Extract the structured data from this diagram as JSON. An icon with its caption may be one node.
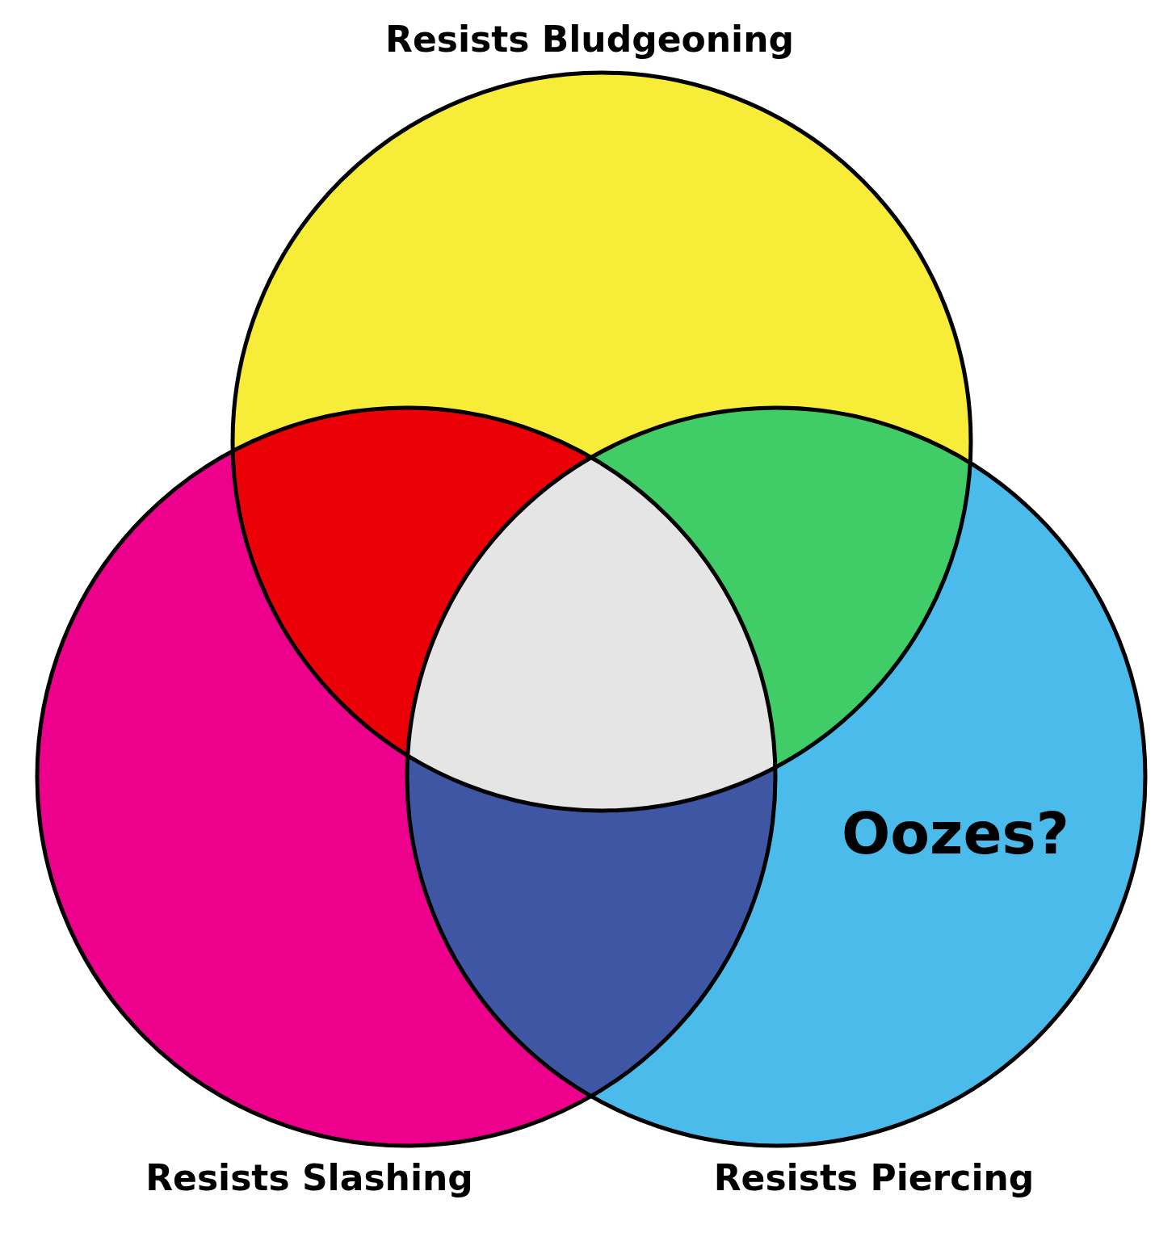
{
  "diagram": {
    "nodes": [
      {
        "text": [
          "Resists Bludgeoning"
        ]
      },
      {
        "text": [
          "Resists Slashing"
        ]
      },
      {
        "text": [
          "Resists Piercing"
        ]
      }
    ],
    "labels": [
      "Oozes?"
    ]
  }
}
